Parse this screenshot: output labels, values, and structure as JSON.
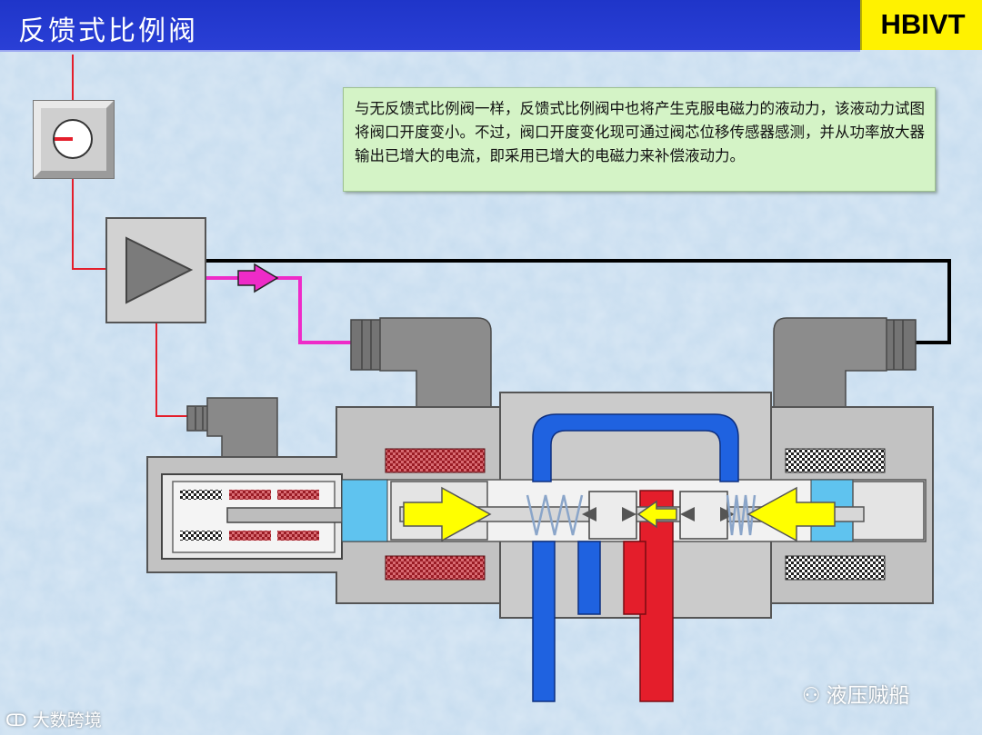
{
  "header": {
    "title": "反馈式比例阀",
    "brand": "HBIVT"
  },
  "note": {
    "text": "与无反馈式比例阀一样，反馈式比例阀中也将产生克服电磁力的液动力，该液动力试图将阀口开度变小。不过，阀口开度变化现可通过阀芯位移传感器感测，并从功率放大器输出已增大的电流，即采用已增大的电磁力来补偿液动力。"
  },
  "watermarks": {
    "left": "大数跨境",
    "right": "液压贼船"
  },
  "colors": {
    "title_bar": "#2438d0",
    "brand_box": "#fff200",
    "note_box": "#d4f3c6",
    "pressure_line": "#e41e2b",
    "tank_line": "#1f62e0",
    "signal_line": "#ee2bc8",
    "feedback_line": "#000000",
    "arrow_fill": "#ffff00",
    "body_gray": "#c2c2c2",
    "coil": "#9a1c25"
  },
  "icons": {
    "setpoint": "potentiometer-dial-icon",
    "amplifier": "amplifier-triangle-icon"
  }
}
